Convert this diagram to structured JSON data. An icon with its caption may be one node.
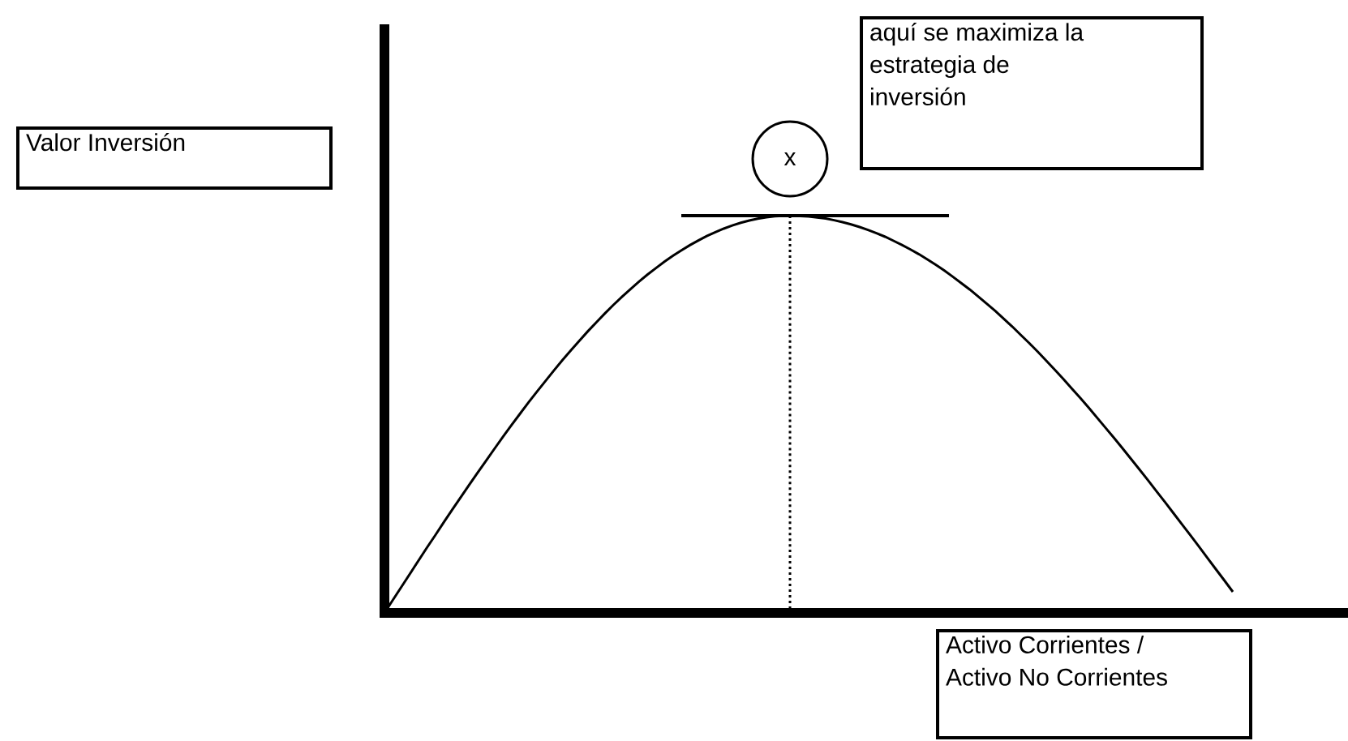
{
  "diagram": {
    "nodes": [
      {
        "text": [
          "Valor Inversión"
        ]
      },
      {
        "text": [
          "aquí se maximiza la estrategia de inversión"
        ]
      },
      {
        "text": [
          "x"
        ]
      },
      {
        "text": [
          "Activo Corrientes / Activo No Corrientes"
        ]
      }
    ]
  }
}
